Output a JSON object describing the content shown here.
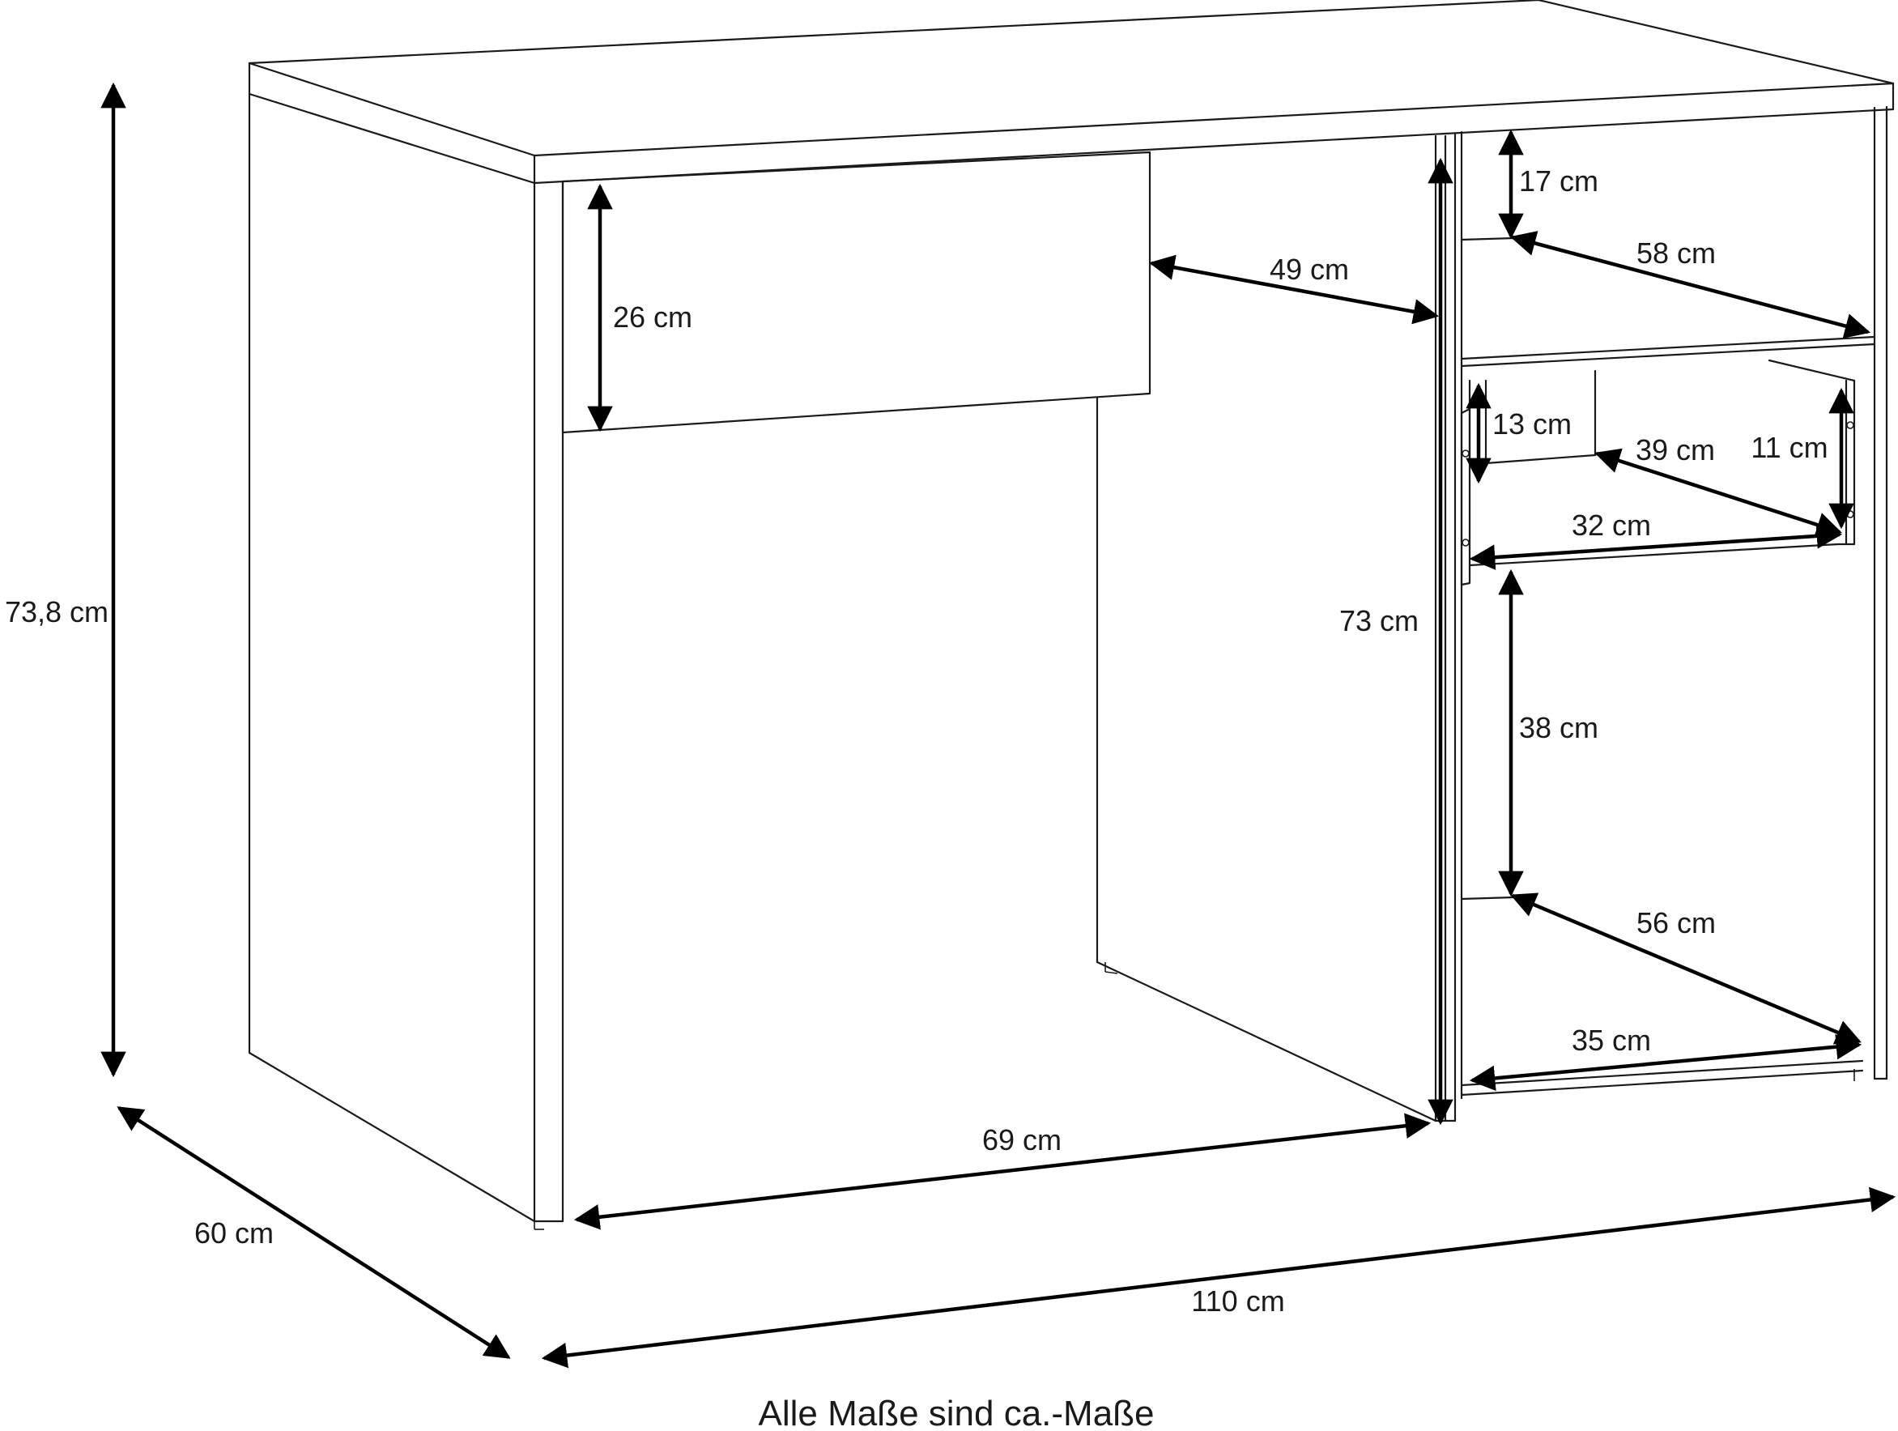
{
  "labels": {
    "height_total": "73,8 cm",
    "depth": "60 cm",
    "width_total": "110 cm",
    "knee_width": "69 cm",
    "inner_height": "73 cm",
    "drawer_height": "26 cm",
    "knee_depth": "49 cm",
    "top_shelf_height": "17 cm",
    "top_shelf_depth": "58 cm",
    "drawer2_height": "13 cm",
    "drawer2_depth": "39 cm",
    "drawer2_inner_height": "11 cm",
    "drawer2_width": "32 cm",
    "lower_height": "38 cm",
    "lower_depth": "56 cm",
    "lower_width": "35 cm"
  },
  "footnote": "Alle Maße sind ca.-Maße"
}
